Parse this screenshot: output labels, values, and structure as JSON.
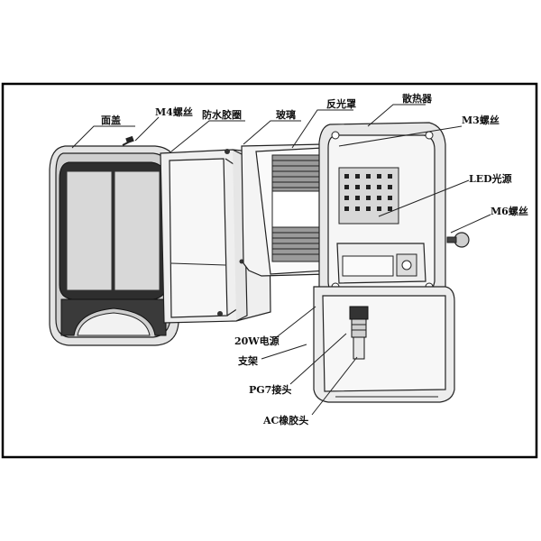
{
  "diagram": {
    "labels": {
      "cover": "面盖",
      "m4_screw": "M4螺丝",
      "gasket": "防水胶圈",
      "glass": "玻璃",
      "reflector": "反光罩",
      "heatsink": "散热器",
      "m3_screw": "M3螺丝",
      "led_source": "LED光源",
      "m6_screw": "M6螺丝",
      "power_supply": "20W电源",
      "bracket": "支架",
      "pg7_connector": "PG7接头",
      "ac_rubber_head": "AC橡胶头"
    }
  }
}
